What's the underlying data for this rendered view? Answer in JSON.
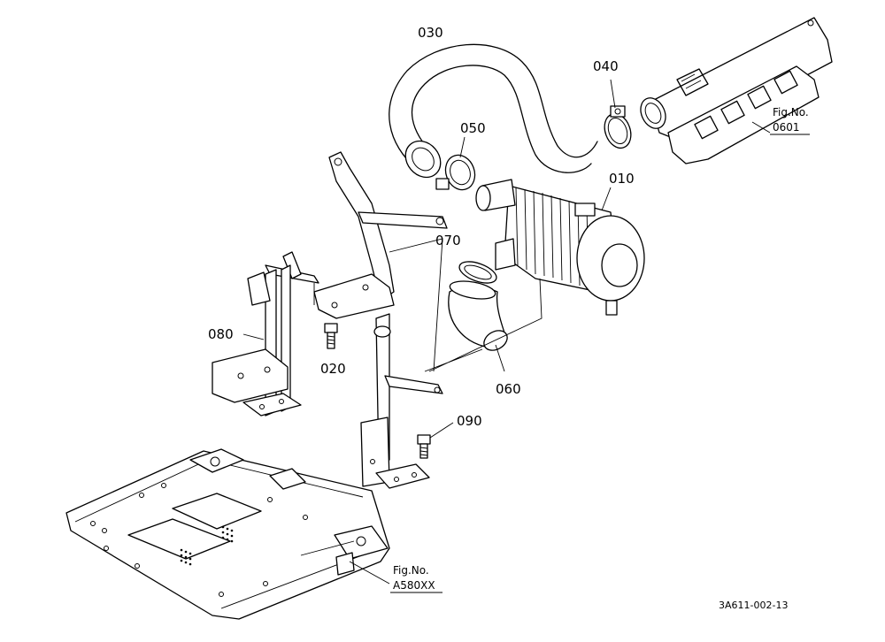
{
  "parts": {
    "p010": "010",
    "p020": "020",
    "p030": "030",
    "p040": "040",
    "p050": "050",
    "p060": "060",
    "p070": "070",
    "p080": "080",
    "p090": "090"
  },
  "refs": {
    "manifold_label": "Fig.No.",
    "manifold_no": "0601",
    "frame_label": "Fig.No.",
    "frame_no": "A580XX"
  },
  "drawing_code": "3A611-002-13"
}
